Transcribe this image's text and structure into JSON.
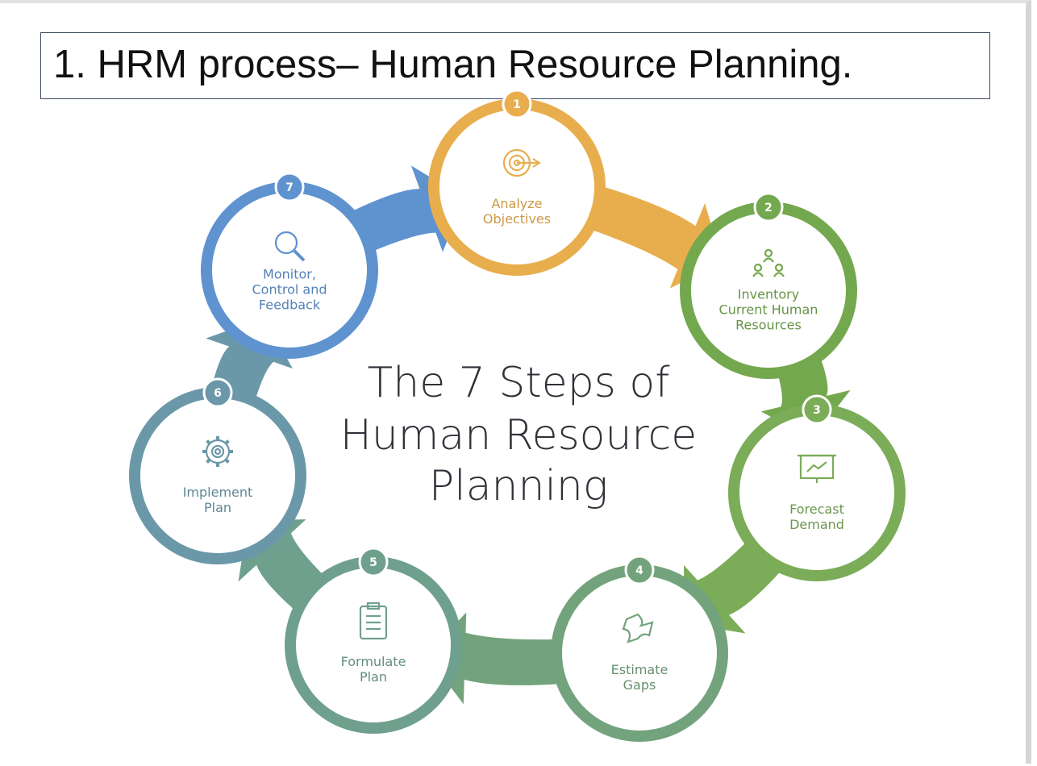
{
  "slide": {
    "title": "1. HRM process– Human Resource Planning."
  },
  "diagram": {
    "center_title": [
      "The 7 Steps of",
      "Human Resource",
      "Planning"
    ],
    "steps": [
      {
        "number": "1",
        "label": [
          "Analyze",
          "Objectives"
        ],
        "color": "#E8AE4E",
        "icon": "target-icon"
      },
      {
        "number": "2",
        "label": [
          "Inventory",
          "Current Human",
          "Resources"
        ],
        "color": "#74A84E",
        "icon": "people-network-icon"
      },
      {
        "number": "3",
        "label": [
          "Forecast",
          "Demand"
        ],
        "color": "#7BAC58",
        "icon": "presentation-chart-icon"
      },
      {
        "number": "4",
        "label": [
          "Estimate",
          "Gaps"
        ],
        "color": "#73A37C",
        "icon": "puzzle-piece-icon"
      },
      {
        "number": "5",
        "label": [
          "Formulate",
          "Plan"
        ],
        "color": "#6FA08E",
        "icon": "clipboard-icon"
      },
      {
        "number": "6",
        "label": [
          "Implement",
          "Plan"
        ],
        "color": "#6B98A8",
        "icon": "gear-icon"
      },
      {
        "number": "7",
        "label": [
          "Monitor,",
          "Control and",
          "Feedback"
        ],
        "color": "#5F93CF",
        "icon": "magnifier-icon"
      }
    ]
  }
}
